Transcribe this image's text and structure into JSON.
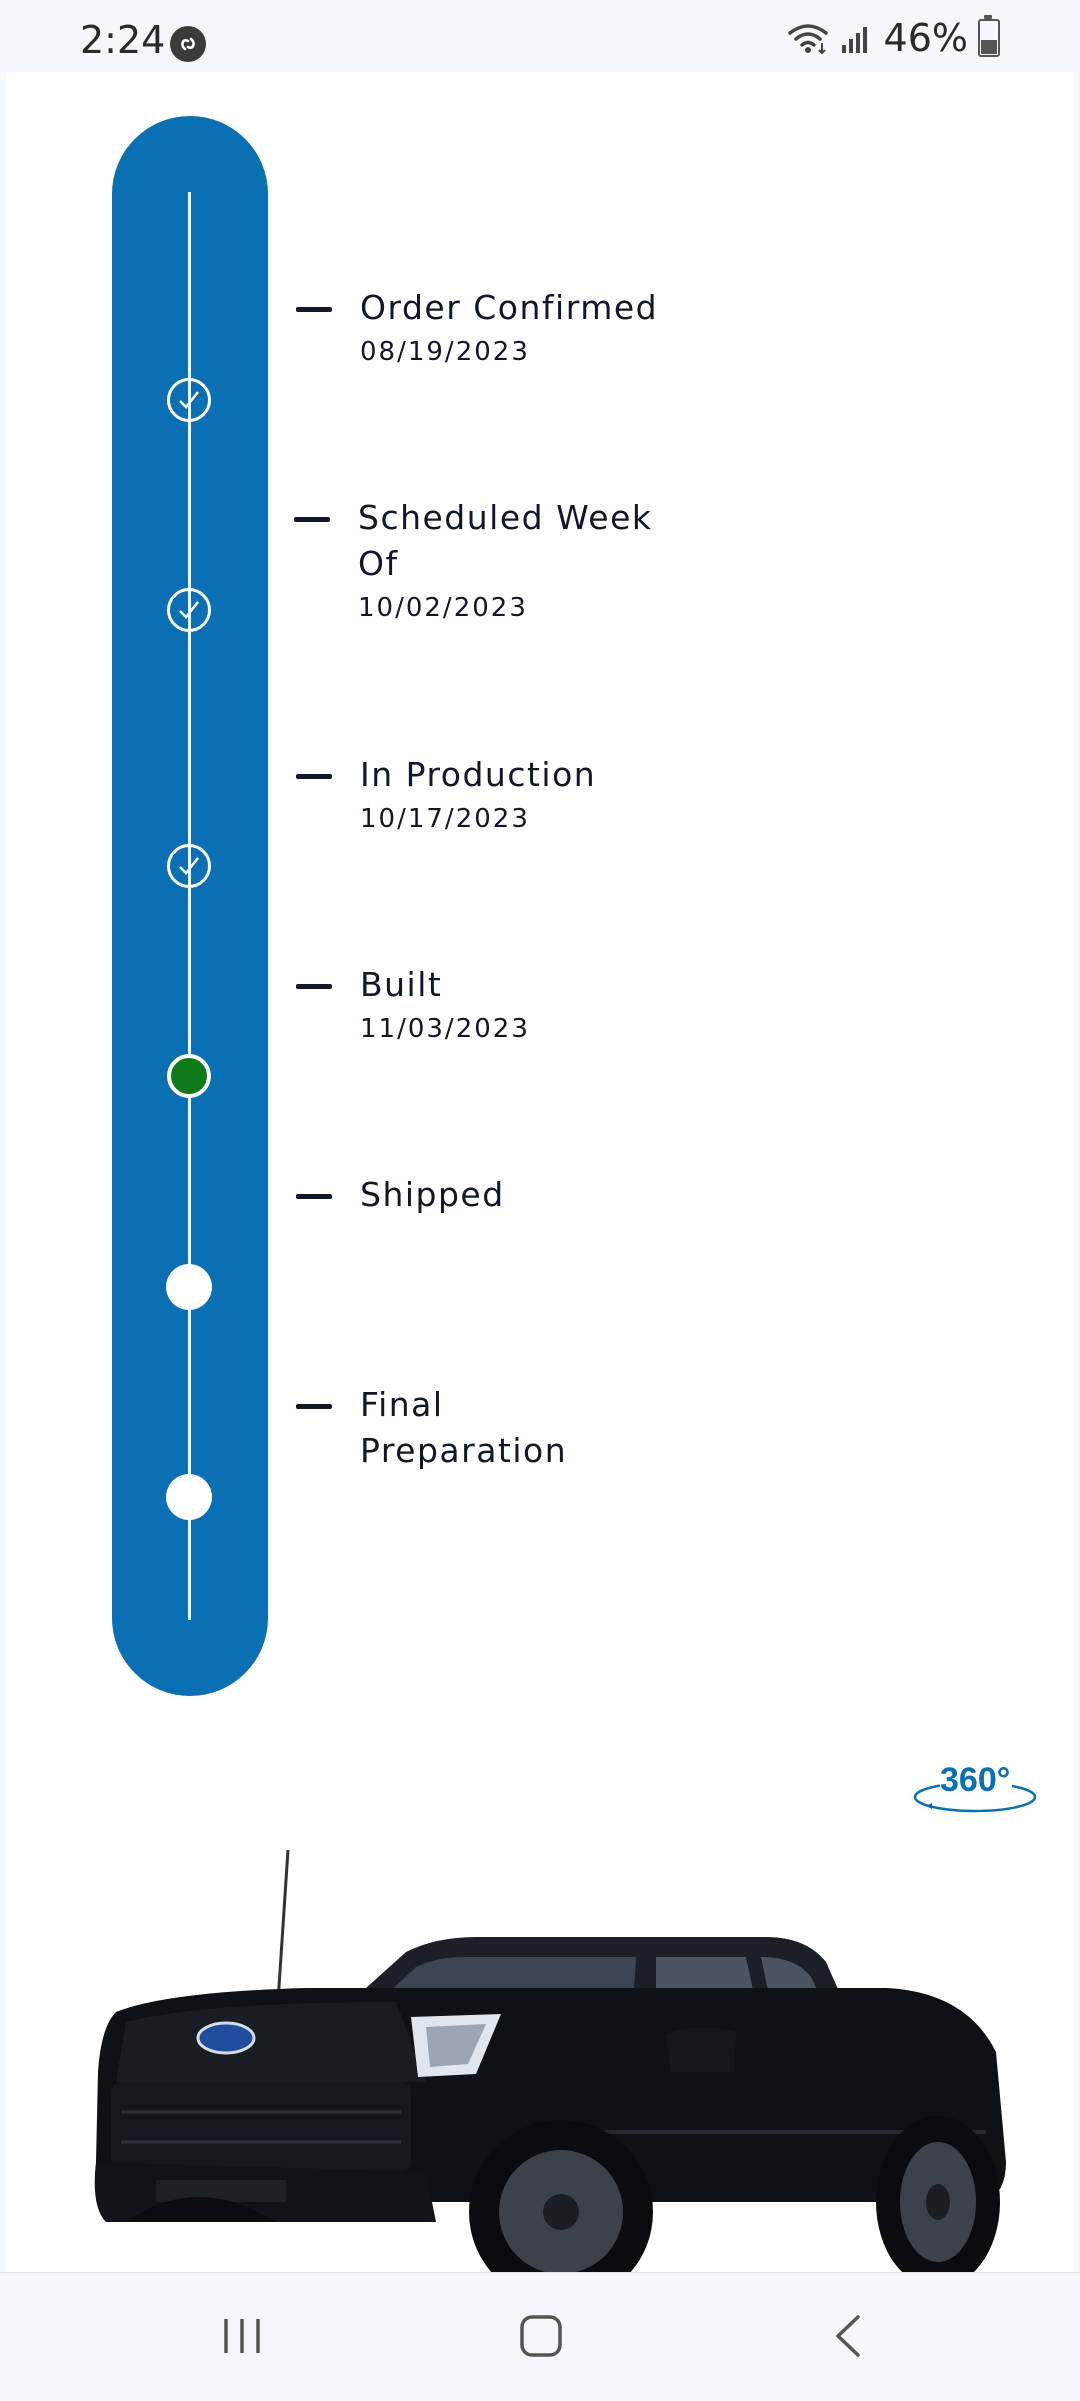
{
  "status_bar": {
    "time": "2:24",
    "battery": "46%",
    "icons": [
      "shazam-icon",
      "wifi-icon",
      "signal-icon",
      "battery-icon"
    ]
  },
  "timeline": {
    "steps": [
      {
        "label": "Order Confirmed",
        "date": "08/19/2023",
        "state": "done"
      },
      {
        "label": "Scheduled Week Of",
        "date": "10/02/2023",
        "state": "done"
      },
      {
        "label": "In Production",
        "date": "10/17/2023",
        "state": "done"
      },
      {
        "label": "Built",
        "date": "11/03/2023",
        "state": "current"
      },
      {
        "label": "Shipped",
        "date": "",
        "state": "pending"
      },
      {
        "label": "Final Preparation",
        "date": "",
        "state": "pending"
      }
    ],
    "colors": {
      "track": "#0a6fb3",
      "current": "#0f7a1a",
      "text": "#101828"
    }
  },
  "vehicle": {
    "view_360_label": "360°",
    "image": "pickup-truck-image"
  },
  "nav_bar": {
    "items": [
      "recent-apps-icon",
      "home-icon",
      "back-icon"
    ]
  }
}
